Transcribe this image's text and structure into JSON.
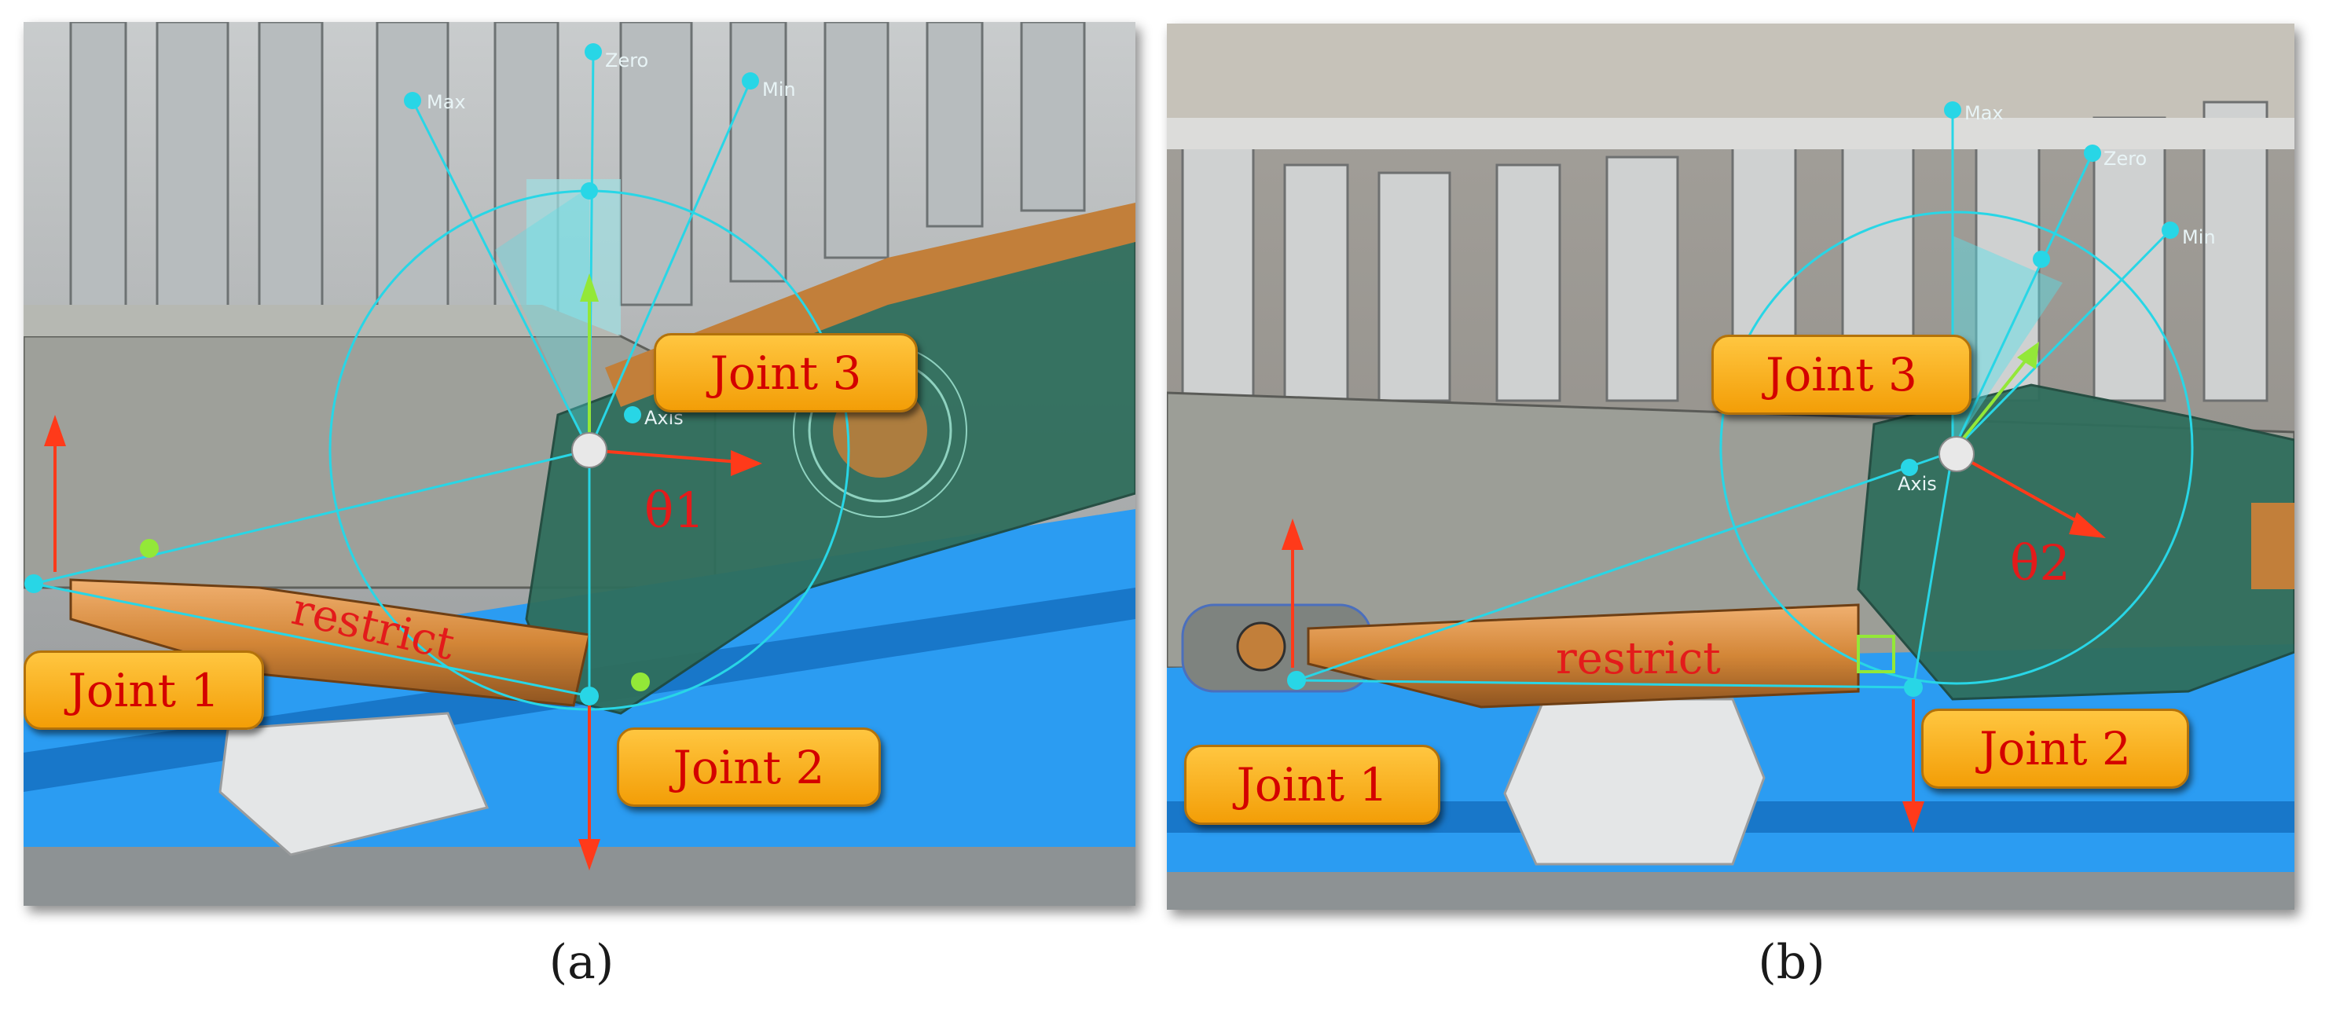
{
  "panel_a": {
    "caption": "(a)",
    "joints": [
      "Joint 1",
      "Joint 2",
      "Joint 3"
    ],
    "angle_label": "θ1",
    "restrict_label": "restrict",
    "gizmo_labels": [
      "Max",
      "Zero",
      "Min",
      "Axis"
    ]
  },
  "panel_b": {
    "caption": "(b)",
    "joints": [
      "Joint 1",
      "Joint 2",
      "Joint 3"
    ],
    "angle_label": "θ2",
    "restrict_label": "restrict",
    "gizmo_labels": [
      "Max",
      "Zero",
      "Min",
      "Axis"
    ]
  },
  "colors": {
    "tag_fill": "#f5a814",
    "tag_text": "#d40000",
    "arm": "#2f6e5c",
    "cylinder": "#d88c3c",
    "base": "#1e8fe8",
    "gizmo": "#28d6e6"
  }
}
